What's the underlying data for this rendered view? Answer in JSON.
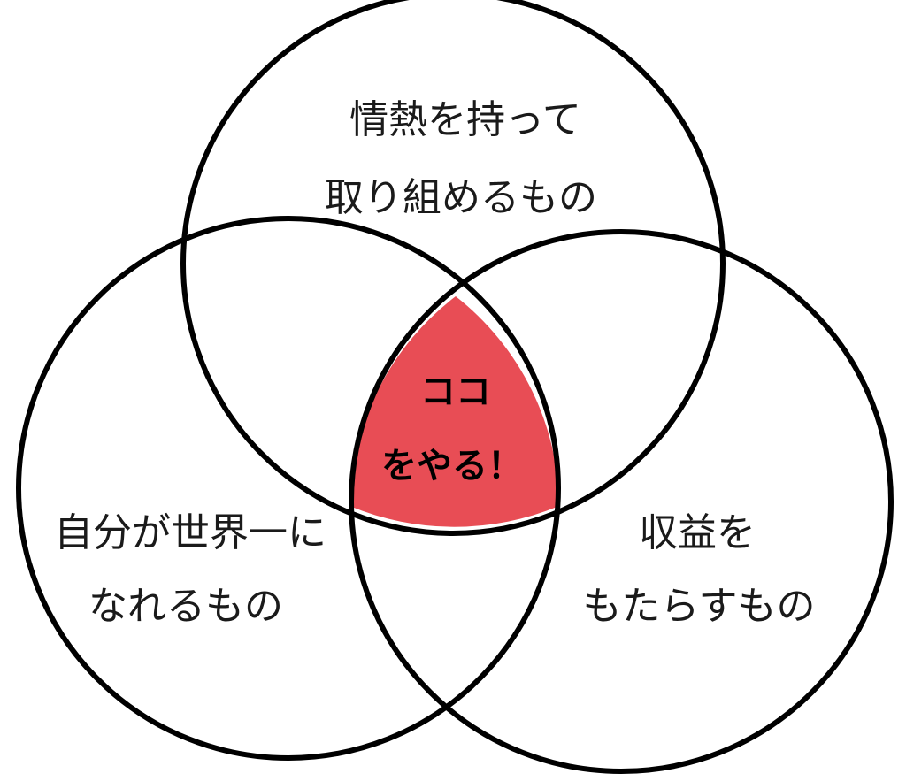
{
  "colors": {
    "intersection_fill": "#e84d55",
    "circle_stroke": "#000000",
    "background": "#ffffff"
  },
  "sets": {
    "top": {
      "line1": "情熱を持って",
      "line2": "取り組めるもの"
    },
    "left": {
      "line1": "自分が世界一に",
      "line2": "なれるもの"
    },
    "right": {
      "line1": "収益を",
      "line2": "もたらすもの"
    }
  },
  "center": {
    "line1": "ココ",
    "line2": "をやる！"
  }
}
